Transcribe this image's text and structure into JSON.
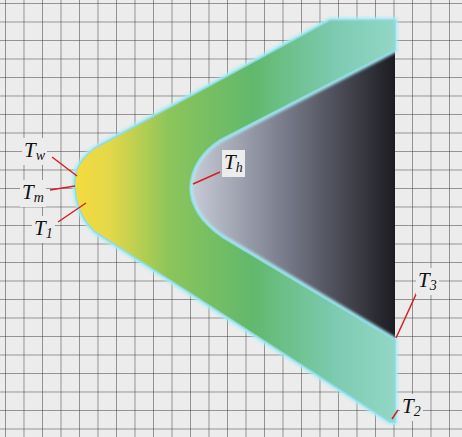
{
  "diagram": {
    "labels": [
      "Tw",
      "Tm",
      "T1",
      "Th",
      "T3",
      "T2"
    ]
  }
}
